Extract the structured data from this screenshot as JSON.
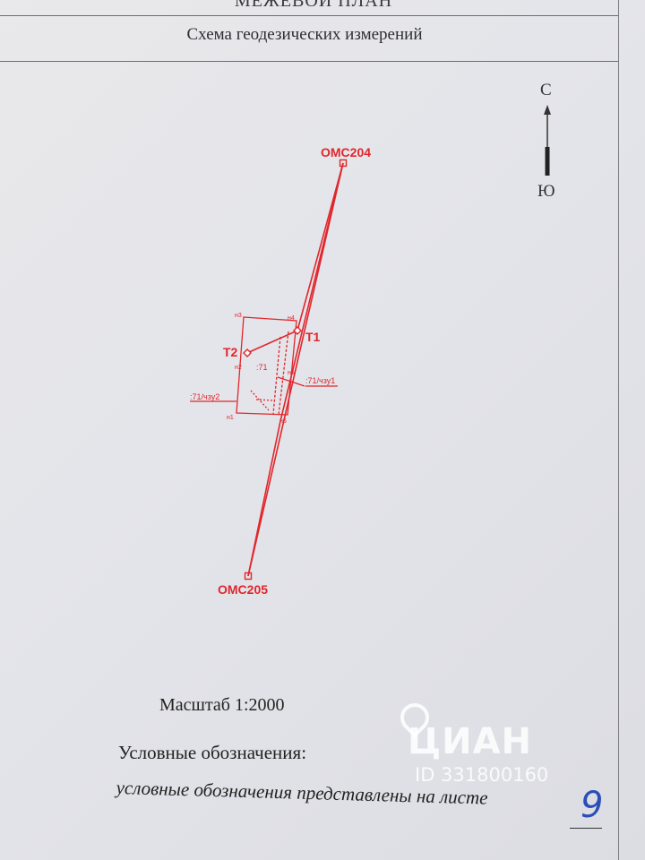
{
  "header": {
    "doc_title": "МЕЖЕВОЙ ПЛАН",
    "scheme_title": "Схема геодезических измерений"
  },
  "compass": {
    "north": "С",
    "south": "Ю"
  },
  "plan": {
    "stations": {
      "omc204": "ОМС204",
      "omc205": "ОМС205",
      "t1": "Т1",
      "t2": "Т2"
    },
    "points": {
      "n1": "н1",
      "n2": "н2",
      "n3": "н3",
      "n4": "н4",
      "n5": "н5",
      "n6": "н6"
    },
    "parcels": {
      "main": ":71",
      "ref1": ":71/чзу1",
      "ref2": ":71/чзу2"
    },
    "line_color": "#e0262c"
  },
  "scale": "Масштаб 1:2000",
  "legend": {
    "title": "Условные обозначения:",
    "text": "условные обозначения представлены на листе",
    "sheet_number": "9"
  },
  "watermark": {
    "brand": "ЦИАН",
    "id": "ID 331800160"
  }
}
